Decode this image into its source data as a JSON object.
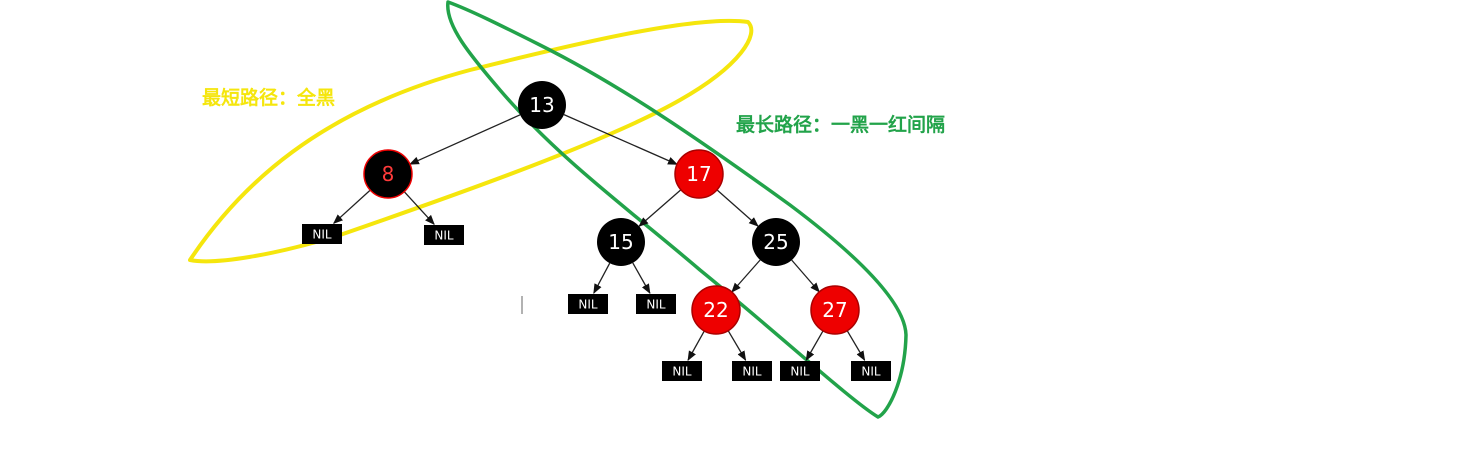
{
  "colors": {
    "black_node": "#000000",
    "red_node": "#ee0000",
    "red_text": "#ff3b3b",
    "yellow_annotation": "#f5e60d",
    "green_annotation": "#22a34a",
    "edge": "#222222"
  },
  "annotations": {
    "shortest_path": "最短路径：全黑",
    "longest_path": "最长路径：一黑一红间隔"
  },
  "tree": {
    "nodes": [
      {
        "id": "n13",
        "label": "13",
        "color": "black"
      },
      {
        "id": "n8",
        "label": "8",
        "color": "black-red-outline"
      },
      {
        "id": "n17",
        "label": "17",
        "color": "red"
      },
      {
        "id": "n15",
        "label": "15",
        "color": "black"
      },
      {
        "id": "n25",
        "label": "25",
        "color": "black"
      },
      {
        "id": "n22",
        "label": "22",
        "color": "red"
      },
      {
        "id": "n27",
        "label": "27",
        "color": "red"
      }
    ],
    "nil_label": "NIL",
    "edges": [
      [
        "n13",
        "n8"
      ],
      [
        "n13",
        "n17"
      ],
      [
        "n8",
        "nil1"
      ],
      [
        "n8",
        "nil2"
      ],
      [
        "n17",
        "n15"
      ],
      [
        "n17",
        "n25"
      ],
      [
        "n15",
        "nil3"
      ],
      [
        "n15",
        "nil4"
      ],
      [
        "n25",
        "n22"
      ],
      [
        "n25",
        "n27"
      ],
      [
        "n22",
        "nil5"
      ],
      [
        "n22",
        "nil6"
      ],
      [
        "n27",
        "nil7"
      ],
      [
        "n27",
        "nil8"
      ]
    ]
  }
}
